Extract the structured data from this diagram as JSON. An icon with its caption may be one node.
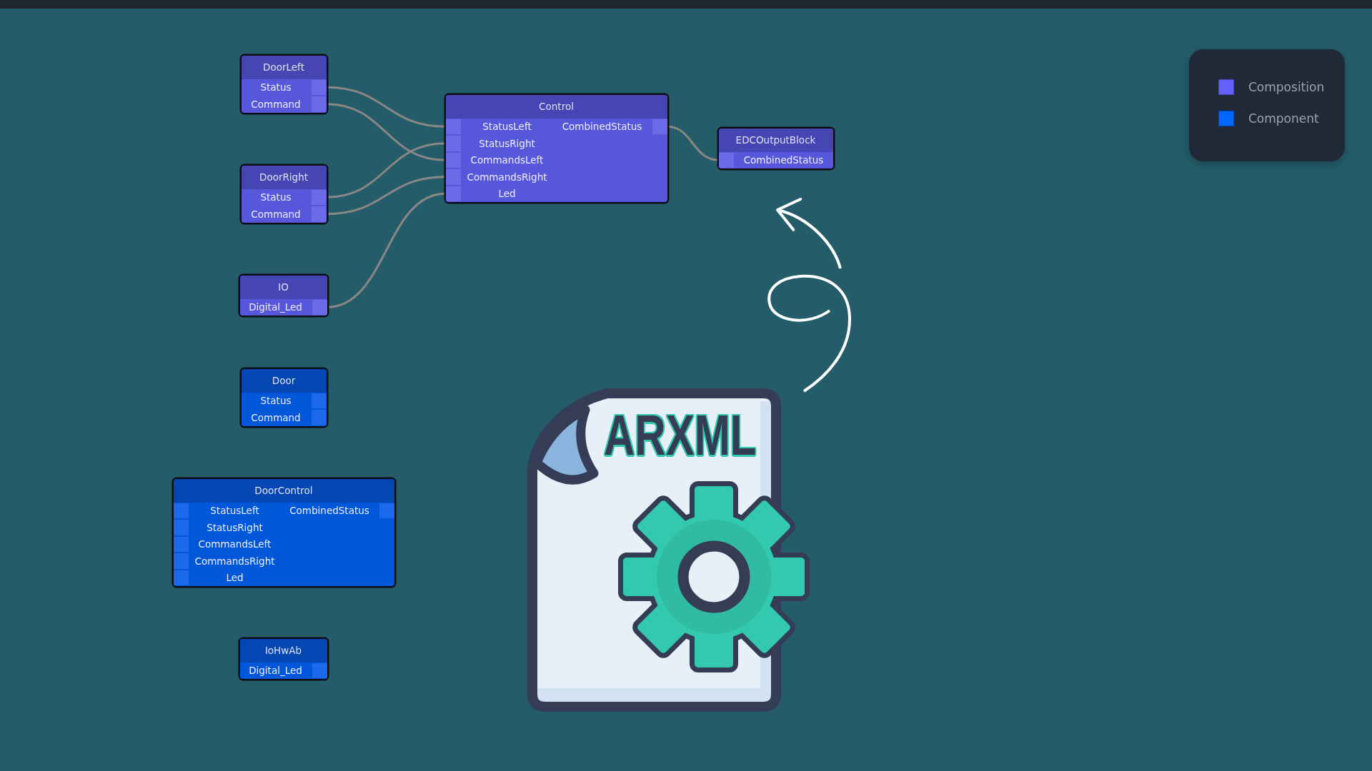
{
  "diagram": {
    "nodes": [
      {
        "text": [
          "DoorLeft"
        ]
      },
      {
        "text": [
          "Status"
        ],
        "in": 0
      },
      {
        "text": [
          "Command"
        ],
        "in": 0
      },
      {
        "text": [
          "DoorRight"
        ]
      },
      {
        "text": [
          "Status"
        ],
        "in": 3
      },
      {
        "text": [
          "Command"
        ],
        "in": 3
      },
      {
        "text": [
          "IO"
        ]
      },
      {
        "text": [
          "Digital_Led"
        ],
        "in": 6
      },
      {
        "text": [
          "Door"
        ]
      },
      {
        "text": [
          "Status"
        ],
        "in": 8
      },
      {
        "text": [
          "Command"
        ],
        "in": 8
      },
      {
        "text": [
          "DoorControl"
        ]
      },
      {
        "text": [
          "StatusLeft"
        ],
        "in": 11
      },
      {
        "text": [
          "CombinedStatus"
        ],
        "in": 11
      },
      {
        "text": [
          "StatusRight"
        ],
        "in": 11
      },
      {
        "text": [
          "CommandsLeft"
        ],
        "in": 11
      },
      {
        "text": [
          "CommandsRight"
        ],
        "in": 11
      },
      {
        "text": [
          "Led"
        ],
        "in": 11
      },
      {
        "text": [
          "IoHwAb"
        ]
      },
      {
        "text": [
          "Digital_Led"
        ],
        "in": 18
      },
      {
        "text": [
          "Control"
        ]
      },
      {
        "text": [
          "StatusLeft"
        ],
        "in": 20
      },
      {
        "text": [
          "CombinedStatus"
        ],
        "in": 20
      },
      {
        "text": [
          "StatusRight"
        ],
        "in": 20
      },
      {
        "text": [
          "CommandsLeft"
        ],
        "in": 20
      },
      {
        "text": [
          "CommandsRight"
        ],
        "in": 20
      },
      {
        "text": [
          "Led"
        ],
        "in": 20
      },
      {
        "text": [
          "EDCOutputBlock"
        ]
      },
      {
        "text": [
          "CombinedStatus"
        ],
        "in": 27
      },
      {
        "text": [
          "ARXML"
        ]
      }
    ],
    "edges": [
      {
        "from": 1,
        "to": 21,
        "arrow": "none"
      },
      {
        "from": 2,
        "to": 24,
        "arrow": "none"
      },
      {
        "from": 4,
        "to": 23,
        "arrow": "none"
      },
      {
        "from": 5,
        "to": 25,
        "arrow": "none"
      },
      {
        "from": 7,
        "to": 26,
        "arrow": "none"
      },
      {
        "from": 22,
        "to": 28,
        "arrow": "none"
      },
      {
        "from": 29,
        "to": null,
        "arrow": "to",
        "color": "#ffffff"
      }
    ],
    "legend": [
      {
        "text": "Composition",
        "color": "#6461ff"
      },
      {
        "text": "Component",
        "color": "#0066ff"
      }
    ]
  }
}
